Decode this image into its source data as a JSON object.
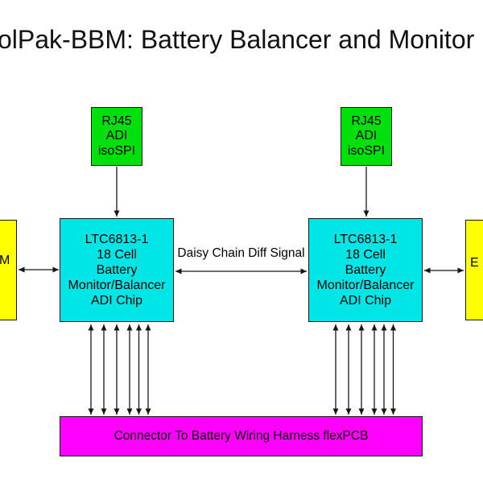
{
  "title": "olPak-BBM: Battery Balancer and Monitor",
  "colors": {
    "green": "#00e10c",
    "cyan": "#00e6e6",
    "yellow": "#ffff00",
    "magenta": "#ff00ff",
    "line": "#161616"
  },
  "isospi_module": {
    "line1": "RJ45",
    "line2": "ADI",
    "line3": "isoSPI"
  },
  "ltc_chip": {
    "line1": "LTC6813-1",
    "line2": "18 Cell",
    "line3": "Battery",
    "line4": "Monitor/Balancer",
    "line5": "ADI Chip"
  },
  "left_edge_block": {
    "label": "M"
  },
  "right_edge_block": {
    "label": "E"
  },
  "daisy_chain": {
    "label": "Daisy Chain Diff Signal"
  },
  "connector": {
    "label": "Connector To Battery Wiring Harness flexPCB"
  }
}
